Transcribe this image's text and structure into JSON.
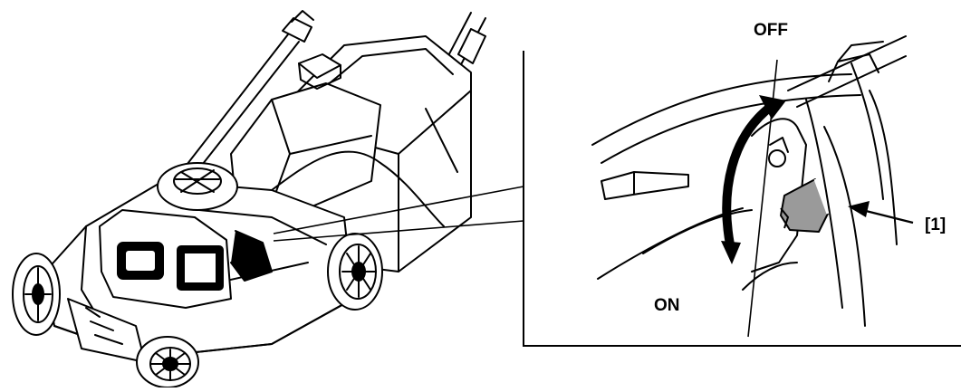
{
  "diagram": {
    "label_off": "OFF",
    "label_on": "ON",
    "callout_ref": "[1]",
    "colors": {
      "line": "#000000",
      "background": "#ffffff",
      "switch_fill": "#9a9a9a"
    },
    "icons": [
      "lawn-mower-illustration",
      "fuel-valve-lever",
      "rotation-arrow",
      "pointer-arrow"
    ]
  }
}
